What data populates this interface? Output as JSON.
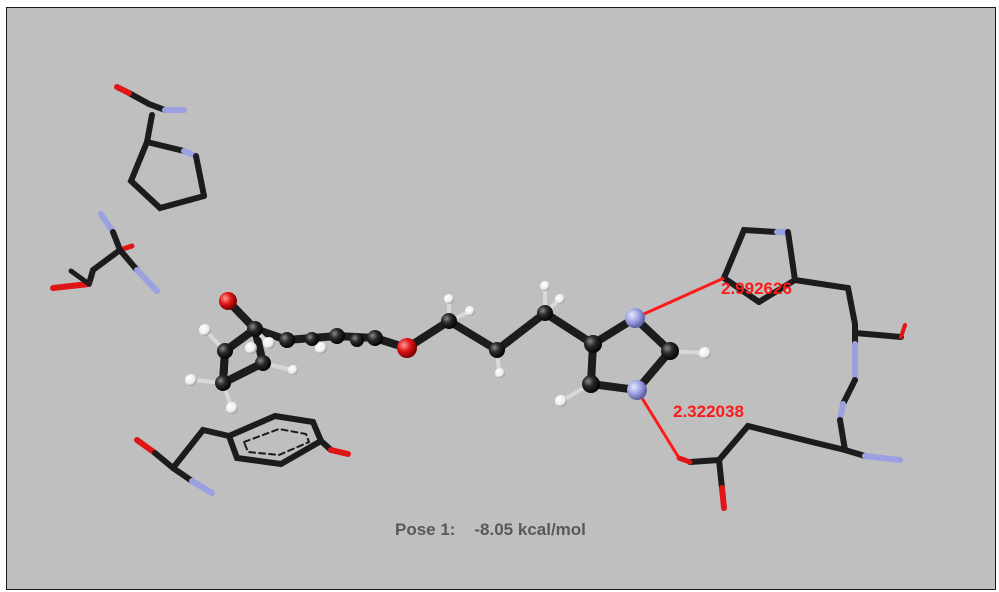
{
  "scene": {
    "pose_label": "Pose 1:",
    "energy": "-8.05 kcal/mol",
    "distances": [
      {
        "value": "2.992626"
      },
      {
        "value": "2.322038"
      }
    ]
  },
  "colors": {
    "background": "#bfbfbf",
    "carbon": "#1c1c1c",
    "nitrogen": "#9ba0e0",
    "oxygen": "#e01515",
    "hydrogen": "#f4f4f4",
    "hbond": "#ff1a1a",
    "caption": "#595959"
  }
}
